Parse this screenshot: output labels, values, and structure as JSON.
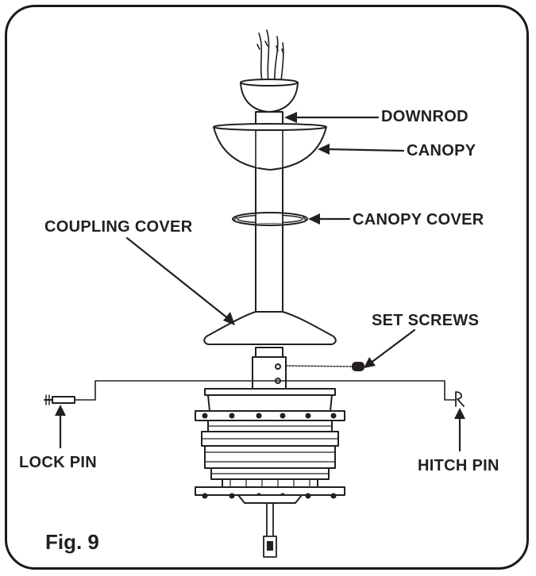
{
  "labels": {
    "downrod": "DOWNROD",
    "canopy": "CANOPY",
    "canopy_cover": "CANOPY COVER",
    "coupling_cover": "COUPLING COVER",
    "set_screws": "SET SCREWS",
    "lock_pin": "LOCK PIN",
    "hitch_pin": "HITCH PIN"
  },
  "figure_caption": "Fig. 9",
  "colors": {
    "line": "#231f20",
    "background": "#ffffff"
  }
}
